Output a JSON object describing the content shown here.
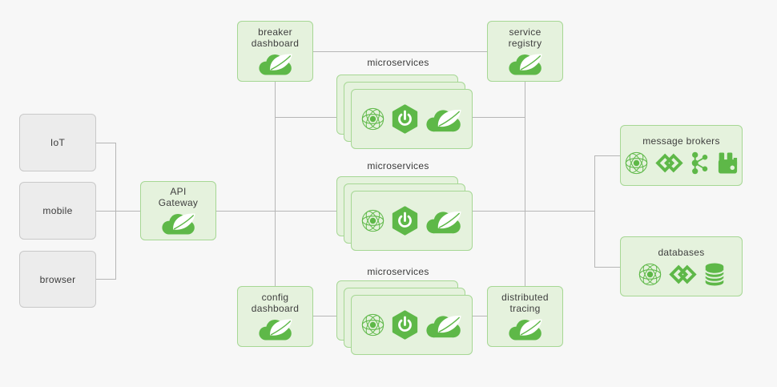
{
  "clients": {
    "items": [
      {
        "label": "IoT"
      },
      {
        "label": "mobile"
      },
      {
        "label": "browser"
      }
    ]
  },
  "gateway": {
    "label": "API Gateway",
    "icon": "spring-leaf-icon"
  },
  "nodes": {
    "breaker": {
      "label": "breaker dashboard",
      "icon": "spring-leaf-icon"
    },
    "registry": {
      "label": "service registry",
      "icon": "spring-leaf-icon"
    },
    "config": {
      "label": "config dashboard",
      "icon": "spring-leaf-icon"
    },
    "tracing": {
      "label": "distributed tracing",
      "icon": "spring-leaf-icon"
    }
  },
  "microservices": {
    "rows": [
      {
        "label": "microservices",
        "icons": [
          "spring-cloud-atom-icon",
          "spring-boot-icon",
          "spring-leaf-icon"
        ]
      },
      {
        "label": "microservices",
        "icons": [
          "spring-cloud-atom-icon",
          "spring-boot-icon",
          "spring-leaf-icon"
        ]
      },
      {
        "label": "microservices",
        "icons": [
          "spring-cloud-atom-icon",
          "spring-boot-icon",
          "spring-leaf-icon"
        ]
      }
    ]
  },
  "brokers": {
    "label": "message brokers",
    "icons": [
      "spring-cloud-atom-icon",
      "integration-link-icon",
      "kafka-icon",
      "rabbitmq-icon"
    ]
  },
  "databases": {
    "label": "databases",
    "icons": [
      "spring-cloud-atom-icon",
      "integration-link-icon",
      "database-icon"
    ]
  },
  "colors": {
    "background": "#f7f7f7",
    "node_fill": "#e5f2dd",
    "node_border": "#a6d794",
    "icon_green": "#5eb848",
    "client_fill": "#ececec",
    "client_border": "#c9c9c9",
    "line": "#b6b6b6",
    "text": "#3e3e3e"
  }
}
